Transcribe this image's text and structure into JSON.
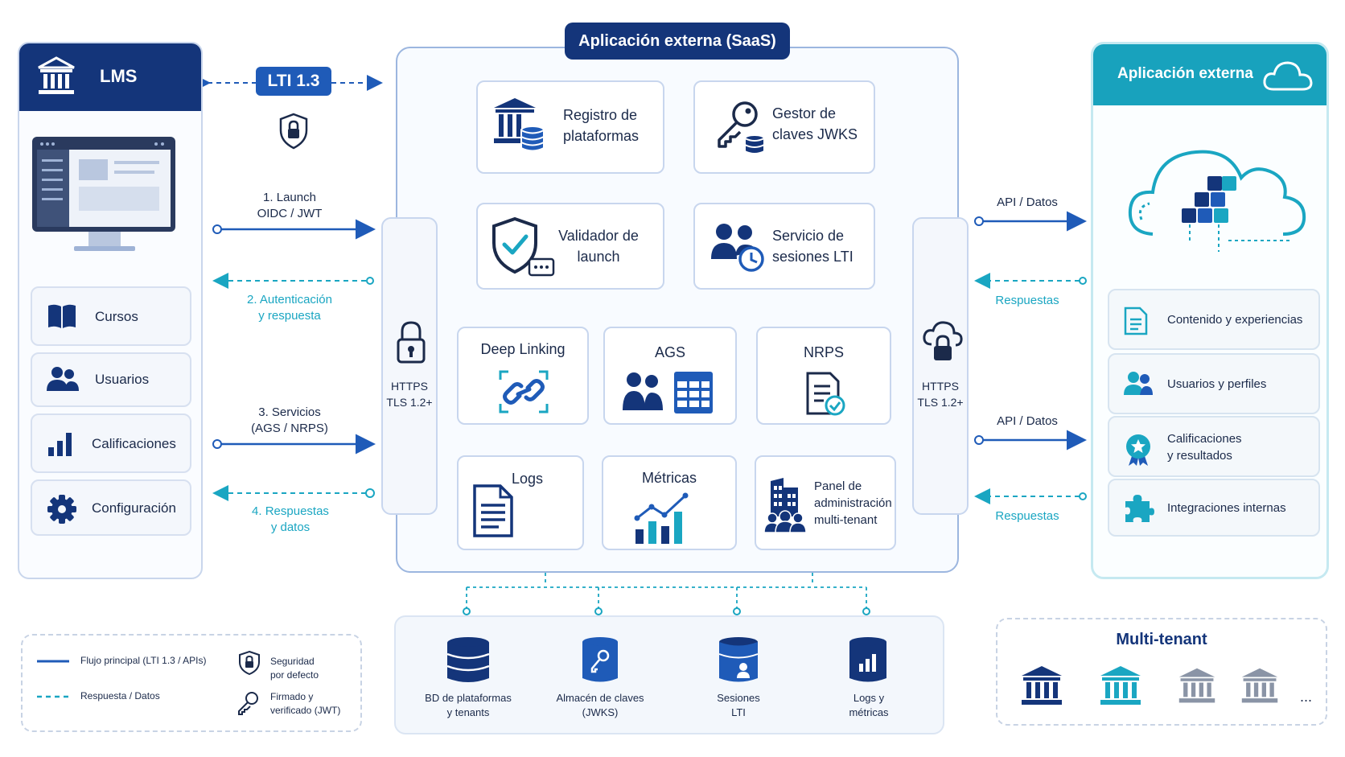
{
  "lms": {
    "title": "LMS",
    "items": [
      {
        "label": "Cursos",
        "icon": "book-icon"
      },
      {
        "label": "Usuarios",
        "icon": "users-icon"
      },
      {
        "label": "Calificaciones",
        "icon": "bar-chart-icon"
      },
      {
        "label": "Configuración",
        "icon": "gear-icon"
      }
    ]
  },
  "lti_badge": "LTI 1.3",
  "left_flows": {
    "f1": "1. Launch\nOIDC / JWT",
    "f2": "2. Autenticación\ny respuesta",
    "f3": "3. Servicios\n(AGS / NRPS)",
    "f4": "4. Respuestas\ny datos"
  },
  "saas": {
    "title": "Aplicación externa (SaaS)",
    "registro": "Registro de\nplataformas",
    "gestor": "Gestor de\nclaves JWKS",
    "validador": "Validador de\nlaunch",
    "servicio": "Servicio de\nsesiones LTI",
    "deep_linking": "Deep Linking",
    "ags": "AGS",
    "nrps": "NRPS",
    "logs": "Logs",
    "metricas": "Métricas",
    "panel": "Panel de\nadministración\nmulti-tenant"
  },
  "https_left": "HTTPS\nTLS 1.2+",
  "https_right": "HTTPS\nTLS 1.2+",
  "right_flows": {
    "api1": "API / Datos",
    "resp1": "Respuestas",
    "api2": "API / Datos",
    "resp2": "Respuestas"
  },
  "ext": {
    "title": "Aplicación externa",
    "items": [
      {
        "label": "Contenido y experiencias",
        "icon": "document-icon"
      },
      {
        "label": "Usuarios y perfiles",
        "icon": "users-icon"
      },
      {
        "label": "Calificaciones\ny resultados",
        "icon": "star-badge-icon"
      },
      {
        "label": "Integraciones internas",
        "icon": "puzzle-icon"
      }
    ]
  },
  "legend": {
    "main_flow": "Flujo principal (LTI 1.3 / APIs)",
    "response": "Respuesta / Datos",
    "security": "Seguridad\npor defecto",
    "signed": "Firmado y\nverificado (JWT)"
  },
  "databases": [
    {
      "label": "BD de plataformas\ny tenants",
      "icon": "database-icon"
    },
    {
      "label": "Almacén de claves\n(JWKS)",
      "icon": "key-database-icon"
    },
    {
      "label": "Sesiones\nLTI",
      "icon": "session-database-icon"
    },
    {
      "label": "Logs y\nmétricas",
      "icon": "metrics-database-icon"
    }
  ],
  "multitenant": {
    "title": "Multi-tenant",
    "ellipsis": "..."
  },
  "colors": {
    "navy": "#14357a",
    "blue": "#1f5bb8",
    "teal": "#1aa6c2",
    "border": "#c8d6ee"
  }
}
